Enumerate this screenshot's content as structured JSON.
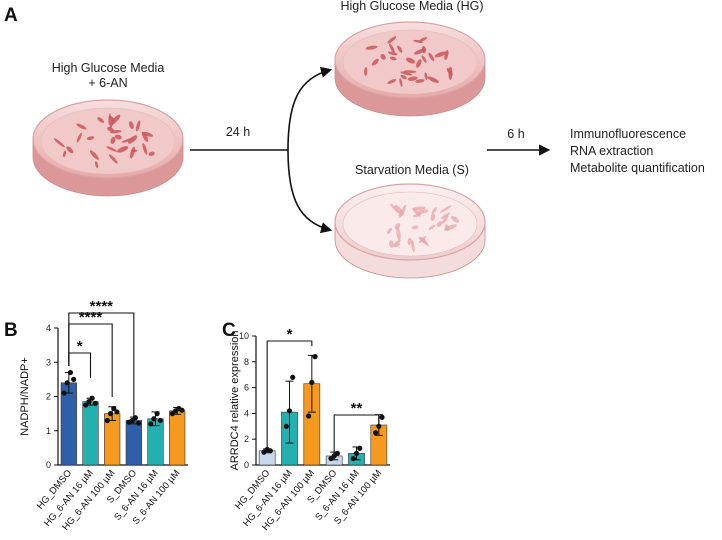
{
  "panel_a": {
    "letter": "A",
    "dish_treated_label_line1": "High Glucose Media",
    "dish_treated_label_line2": "+ 6-AN",
    "time_first": "24 h",
    "dish_hg_label": "High Glucose Media (HG)",
    "dish_starv_label": "Starvation Media (S)",
    "time_second": "6 h",
    "outputs": [
      "Immunofluorescence",
      "RNA extraction",
      "Metabolite quantification"
    ]
  },
  "panel_b": {
    "letter": "B"
  },
  "panel_c": {
    "letter": "C"
  },
  "colors": {
    "dark_blue": "#2f5fa8",
    "teal": "#25b0b0",
    "orange": "#f59a1e",
    "light_blue": "#c8d6ee",
    "dish_fill": "#f2c9c9",
    "cell": "#c9565c"
  },
  "chart_data": [
    {
      "type": "bar",
      "title": "",
      "ylabel": "NADPH/NADP+",
      "ylim": [
        0,
        4
      ],
      "yticks": [
        0,
        1,
        2,
        3,
        4
      ],
      "categories": [
        "HG_DMSO",
        "HG_6-AN 16 µM",
        "HG_6-AN 100 µM",
        "S_DMSO",
        "S_6-AN 16 µM",
        "S_6-AN 100 µM"
      ],
      "values": [
        2.4,
        1.85,
        1.5,
        1.3,
        1.35,
        1.58
      ],
      "errors": [
        0.3,
        0.1,
        0.2,
        0.1,
        0.2,
        0.1
      ],
      "colors": [
        "#2f5fa8",
        "#25b0b0",
        "#f59a1e",
        "#2f5fa8",
        "#25b0b0",
        "#f59a1e"
      ],
      "points": [
        [
          2.1,
          2.4,
          2.7,
          2.5
        ],
        [
          1.75,
          1.85,
          1.95,
          1.8
        ],
        [
          1.3,
          1.5,
          1.65,
          1.55
        ],
        [
          1.25,
          1.3,
          1.38,
          1.22
        ],
        [
          1.2,
          1.35,
          1.5,
          1.3
        ],
        [
          1.5,
          1.58,
          1.65,
          1.6
        ]
      ],
      "significance": [
        {
          "from": 0,
          "to": 1,
          "label": "*"
        },
        {
          "from": 0,
          "to": 2,
          "label": "****"
        },
        {
          "from": 0,
          "to": 3,
          "label": "****"
        }
      ]
    },
    {
      "type": "bar",
      "title": "",
      "ylabel": "ARRDC4 relative expression",
      "ylim": [
        0,
        10
      ],
      "yticks": [
        0,
        2,
        4,
        6,
        8,
        10
      ],
      "categories": [
        "HG_DMSO",
        "HG_6-AN 16 µM",
        "HG_6-AN 100 µM",
        "S_DMSO",
        "S_6-AN 16 µM",
        "S_6-AN 100 µM"
      ],
      "values": [
        1.1,
        4.1,
        6.3,
        0.7,
        0.9,
        3.1
      ],
      "errors": [
        0.15,
        2.4,
        2.2,
        0.3,
        0.5,
        0.8
      ],
      "colors": [
        "#c8d6ee",
        "#25b0b0",
        "#f59a1e",
        "#c8d6ee",
        "#25b0b0",
        "#f59a1e"
      ],
      "points": [
        [
          1.0,
          1.2,
          1.1
        ],
        [
          3.0,
          4.2,
          6.8
        ],
        [
          3.8,
          6.4,
          8.4
        ],
        [
          0.5,
          0.7,
          0.9
        ],
        [
          0.5,
          0.9,
          1.3
        ],
        [
          2.5,
          3.0,
          3.7
        ]
      ],
      "significance": [
        {
          "from": 0,
          "to": 2,
          "label": "*"
        },
        {
          "from": 3,
          "to": 5,
          "label": "**"
        }
      ]
    }
  ]
}
